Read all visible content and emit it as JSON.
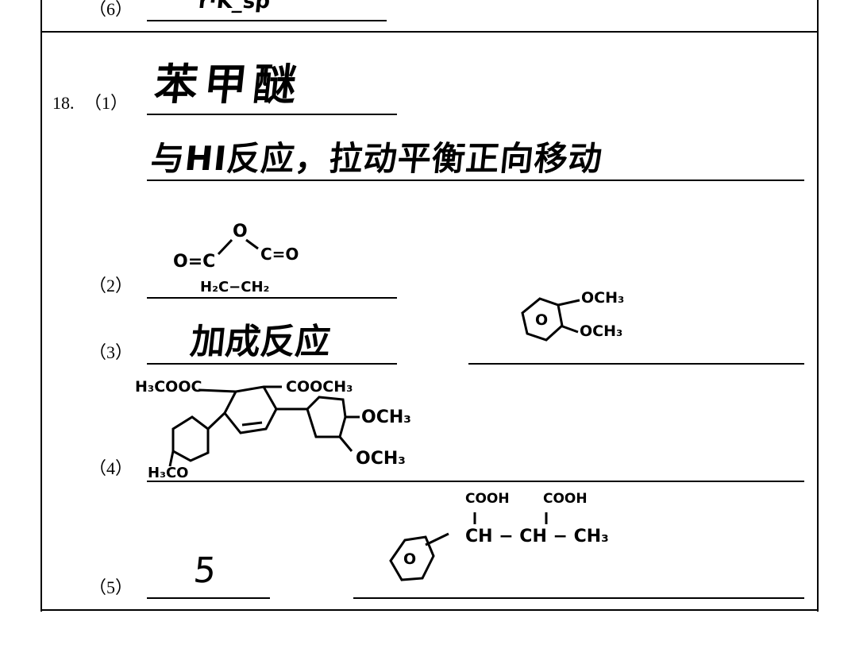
{
  "q6": {
    "label": "（6）",
    "answer": "r·K_sp"
  },
  "q18": {
    "number": "18.",
    "p1": {
      "label": "（1）",
      "answer": "苯甲醚",
      "answer2": "与HI反应，拉动平衡正向移动"
    },
    "p2": {
      "label": "（2）",
      "atoms": {
        "o_top": "O",
        "left_co": "O=C",
        "right_co": "C=O",
        "bottom": "H₂C−CH₂"
      }
    },
    "p3": {
      "label": "（3）",
      "answer": "加成反应",
      "right_atoms": {
        "och3_1": "OCH₃",
        "och3_2": "OCH₃",
        "ring": "O"
      }
    },
    "p4": {
      "label": "（4）",
      "atoms": {
        "left_ester": "H₃COOC",
        "right_ester": "COOCH₃",
        "och3_a": "OCH₃",
        "och3_b": "OCH₃",
        "h3co": "H₃CO"
      }
    },
    "p5": {
      "label": "（5）",
      "answer": "5",
      "atoms": {
        "cooh1": "COOH",
        "cooh2": "COOH",
        "chain": "CH − CH − CH₃",
        "ring": "O"
      }
    }
  }
}
